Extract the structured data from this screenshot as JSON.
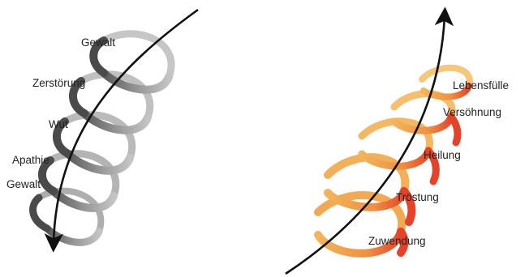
{
  "left_spiral": {
    "labels": [
      "Gewalt",
      "Zerstörung",
      "Wut",
      "Apathie",
      "Gewalt"
    ],
    "colors": {
      "coil": "#8a8a8a",
      "coil_light": "#b9b9b9",
      "coil_dark": "#555555",
      "arrow": "#111111"
    }
  },
  "right_spiral": {
    "labels": [
      "Lebensfülle",
      "Versöhnung",
      "Heilung",
      "Tröstung",
      "Zuwendung"
    ],
    "colors": {
      "coil": "#f1a34a",
      "coil_light": "#f6c46e",
      "coil_dark": "#e4472b",
      "arrow": "#111111"
    }
  }
}
